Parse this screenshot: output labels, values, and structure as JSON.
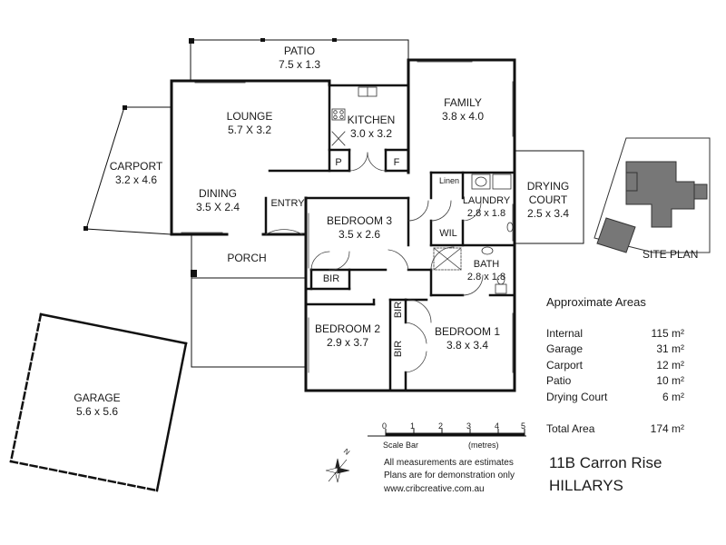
{
  "rooms": {
    "patio": {
      "name": "PATIO",
      "dims": "7.5 x 1.3"
    },
    "lounge": {
      "name": "LOUNGE",
      "dims": "5.7 X 3.2"
    },
    "kitchen": {
      "name": "KITCHEN",
      "dims": "3.0 x 3.2"
    },
    "family": {
      "name": "FAMILY",
      "dims": "3.8 x 4.0"
    },
    "carport": {
      "name": "CARPORT",
      "dims": "3.2 x 4.6"
    },
    "dining": {
      "name": "DINING",
      "dims": "3.5 X 2.4"
    },
    "entry": {
      "name": "ENTRY"
    },
    "bedroom3": {
      "name": "BEDROOM 3",
      "dims": "3.5 x 2.6"
    },
    "laundry": {
      "name": "LAUNDRY",
      "dims": "2.8 x 1.8"
    },
    "drying": {
      "name": "DRYING\nCOURT",
      "name1": "DRYING",
      "name2": "COURT",
      "dims": "2.5 x 3.4"
    },
    "porch": {
      "name": "PORCH"
    },
    "bath": {
      "name": "BATH",
      "dims": "2.8 x 1.8"
    },
    "bedroom2": {
      "name": "BEDROOM 2",
      "dims": "2.9 x 3.7"
    },
    "bedroom1": {
      "name": "BEDROOM 1",
      "dims": "3.8 x 3.4"
    },
    "garage": {
      "name": "GARAGE",
      "dims": "5.6 x 5.6"
    }
  },
  "small_labels": {
    "pantry": "P",
    "fridge": "F",
    "linen": "Linen",
    "wil": "WIL",
    "bir_bed3": "BIR",
    "bir_bed2": "BIR",
    "bir_bed1": "BIR"
  },
  "site_plan_label": "SITE PLAN",
  "areas": {
    "title": "Approximate Areas",
    "rows": [
      {
        "name": "Internal",
        "value": "115 m²"
      },
      {
        "name": "Garage",
        "value": "31 m²"
      },
      {
        "name": "Carport",
        "value": "12 m²"
      },
      {
        "name": "Patio",
        "value": "10 m²"
      },
      {
        "name": "Drying Court",
        "value": "6 m²"
      }
    ],
    "total": {
      "name": "Total Area",
      "value": "174 m²"
    }
  },
  "scale": {
    "ticks": [
      "0",
      "1",
      "2",
      "3",
      "4",
      "5"
    ],
    "label": "Scale Bar",
    "unit": "(metres)"
  },
  "disclaimer": {
    "line1": "All measurements are estimates",
    "line2": "Plans are for demonstration only",
    "line3": "www.cribcreative.com.au"
  },
  "address": {
    "street": "11B Carron Rise",
    "suburb": "HILLARYS"
  },
  "compass": {
    "north": "N"
  }
}
